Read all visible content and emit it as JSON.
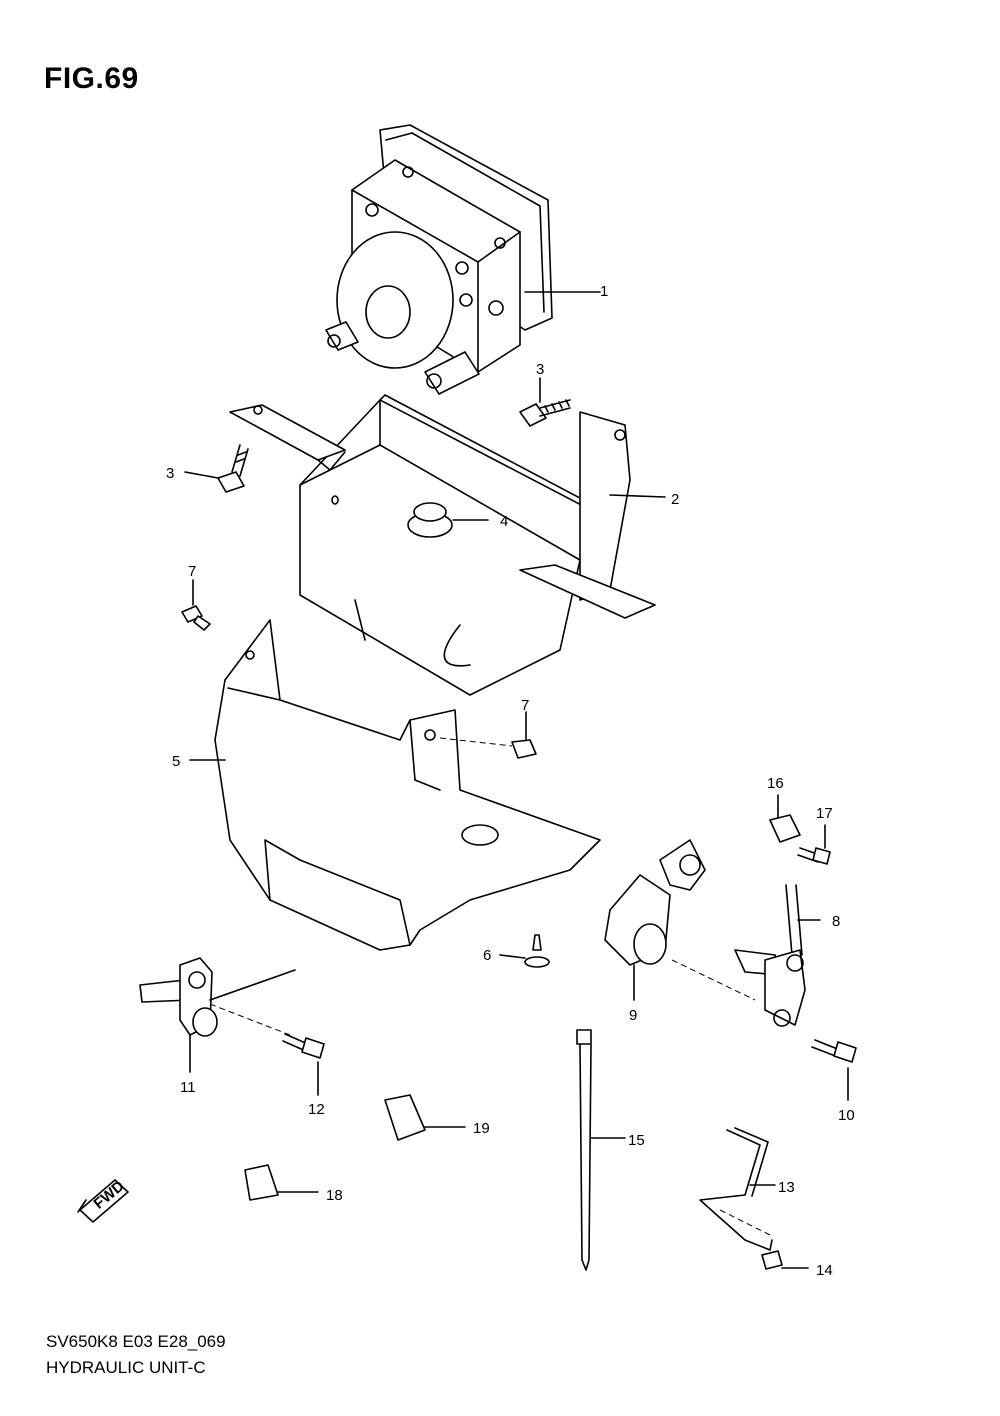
{
  "figure": {
    "title": "FIG.69",
    "model_code": "SV650K8 E03 E28_069",
    "caption": "HYDRAULIC UNIT-C",
    "fwd_badge": "FWD"
  },
  "callouts": [
    {
      "id": "c1",
      "label": "1"
    },
    {
      "id": "c2",
      "label": "2"
    },
    {
      "id": "c3a",
      "label": "3"
    },
    {
      "id": "c3b",
      "label": "3"
    },
    {
      "id": "c4",
      "label": "4"
    },
    {
      "id": "c5",
      "label": "5"
    },
    {
      "id": "c6",
      "label": "6"
    },
    {
      "id": "c7a",
      "label": "7"
    },
    {
      "id": "c7b",
      "label": "7"
    },
    {
      "id": "c8",
      "label": "8"
    },
    {
      "id": "c9",
      "label": "9"
    },
    {
      "id": "c10",
      "label": "10"
    },
    {
      "id": "c11",
      "label": "11"
    },
    {
      "id": "c12",
      "label": "12"
    },
    {
      "id": "c13",
      "label": "13"
    },
    {
      "id": "c14",
      "label": "14"
    },
    {
      "id": "c15",
      "label": "15"
    },
    {
      "id": "c16",
      "label": "16"
    },
    {
      "id": "c17",
      "label": "17"
    },
    {
      "id": "c18",
      "label": "18"
    },
    {
      "id": "c19",
      "label": "19"
    }
  ]
}
